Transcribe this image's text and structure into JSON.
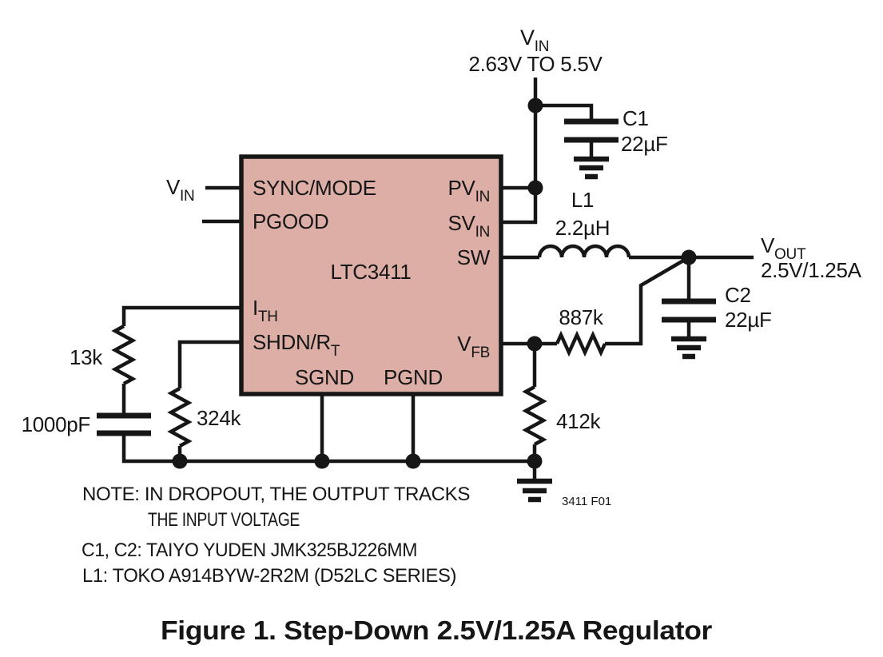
{
  "figure": {
    "caption": "Figure 1. Step-Down 2.5V/1.25A Regulator",
    "fig_ref": "3411 F01"
  },
  "ic": {
    "part_number": "LTC3411",
    "pins": {
      "sync_mode": "SYNC/MODE",
      "pgood": "PGOOD",
      "ith_main": "I",
      "ith_sub": "TH",
      "shdn_main": "SHDN/R",
      "shdn_sub": "T",
      "pvin_main": "PV",
      "pvin_sub": "IN",
      "svin_main": "SV",
      "svin_sub": "IN",
      "sw": "SW",
      "vfb_main": "V",
      "vfb_sub": "FB",
      "sgnd": "SGND",
      "pgnd": "PGND"
    }
  },
  "nets": {
    "vin_top": {
      "main": "V",
      "sub": "IN",
      "range": "2.63V TO 5.5V"
    },
    "vin_left": {
      "main": "V",
      "sub": "IN"
    },
    "vout": {
      "main": "V",
      "sub": "OUT",
      "rating": "2.5V/1.25A"
    }
  },
  "components": {
    "c1": {
      "ref": "C1",
      "value": "22µF"
    },
    "c2": {
      "ref": "C2",
      "value": "22µF"
    },
    "l1": {
      "ref": "L1",
      "value": "2.2µH"
    },
    "r_ith": {
      "value": "13k"
    },
    "c_ith": {
      "value": "1000pF"
    },
    "r_rt": {
      "value": "324k"
    },
    "r_fb_top": {
      "value": "887k"
    },
    "r_fb_bottom": {
      "value": "412k"
    }
  },
  "notes": {
    "line1": "NOTE: IN DROPOUT, THE OUTPUT TRACKS",
    "line2": "THE INPUT VOLTAGE",
    "line3": "C1, C2: TAIYO YUDEN JMK325BJ226MM",
    "line4": "L1: TOKO A914BYW-2R2M (D52LC SERIES)"
  },
  "colors": {
    "ic_fill": "#ddaea6",
    "stroke": "#161616"
  }
}
